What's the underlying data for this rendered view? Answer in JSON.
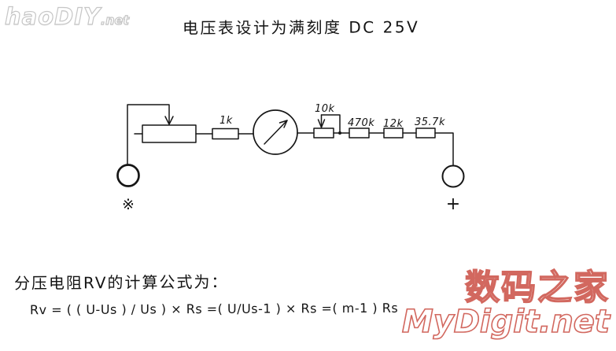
{
  "branding": {
    "logo_name": "haoDIY",
    "logo_suffix": ".net"
  },
  "title": "电压表设计为满刻度 DC 25V",
  "circuit": {
    "meter": "panel meter with needle",
    "labels": {
      "r1": "1k",
      "trimmer": "10k",
      "r2": "470k",
      "r3": "12k",
      "r4": "35.7k"
    },
    "terminals": {
      "left_symbol": "※",
      "right_symbol": "+"
    }
  },
  "notes": {
    "intro": "分压电阻RV的计算公式为：",
    "formula": "Rv = ( ( U-Us ) / Us )  ×  Rs =( U/Us-1 )  ×  Rs =( m-1 ) Rs"
  },
  "watermark": {
    "line1": "数码之家",
    "line2": "MyDigit.net"
  },
  "colors": {
    "ink": "#141414",
    "watermark_red": "#d2685f",
    "logo_outline": "#c6c6c6",
    "background": "#ffffff"
  }
}
